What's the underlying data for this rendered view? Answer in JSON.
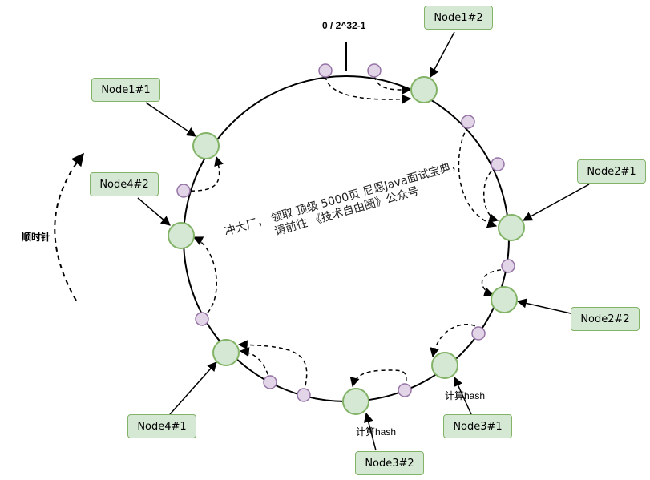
{
  "top_label": "0 / 2^32-1",
  "direction_label": "顺时针",
  "hash_label_1": "计算hash",
  "hash_label_2": "计算hash",
  "nodes": {
    "n1_2": "Node1#2",
    "n1_1": "Node1#1",
    "n2_1": "Node2#1",
    "n4_2": "Node4#2",
    "n2_2": "Node2#2",
    "n4_1": "Node4#1",
    "n3_1": "Node3#1",
    "n3_2": "Node3#2"
  },
  "watermark": {
    "line1": "冲大厂，  领取 顶级  5000页 尼恩Java面试宝典，",
    "line2": "请前往 《技术自由圈》公众号"
  },
  "colors": {
    "node_fill": "#d5e8d4",
    "node_stroke": "#82b366",
    "key_fill": "#e1d5e7",
    "key_stroke": "#9673a6"
  }
}
